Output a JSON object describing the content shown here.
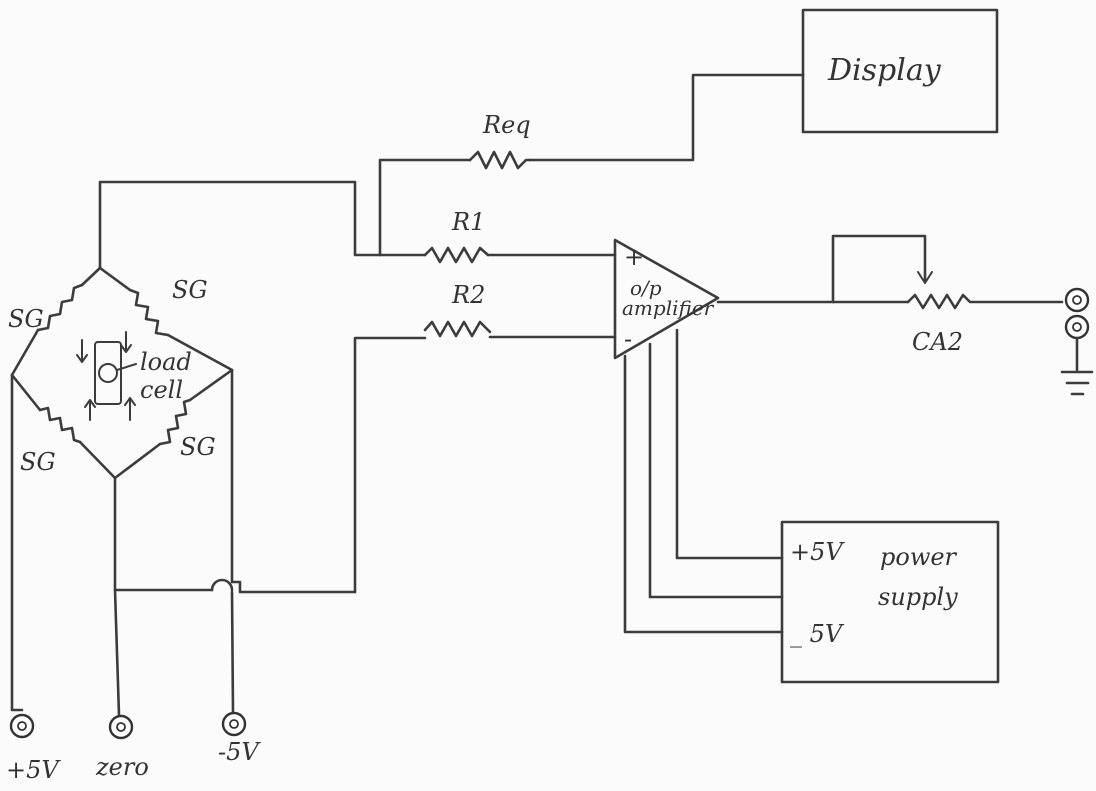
{
  "labels": {
    "display": "Display",
    "req": "Req",
    "r1": "R1",
    "r2": "R2",
    "sg_top_left": "SG",
    "sg_top_right": "SG",
    "sg_bottom_left": "SG",
    "sg_bottom_right": "SG",
    "load_cell_line1": "load",
    "load_cell_line2": "cell",
    "opamp_line1": "o/p",
    "opamp_line2": "amplifier",
    "opamp_plus": "+",
    "opamp_minus": "-",
    "ca2": "CA2",
    "ps_plus5v": "+5V",
    "ps_title_line1": "power",
    "ps_title_line2": "supply",
    "ps_minus5v": "_ 5V",
    "term_plus5v": "+5V",
    "term_zero": "zero",
    "term_minus5v": "-5V"
  }
}
